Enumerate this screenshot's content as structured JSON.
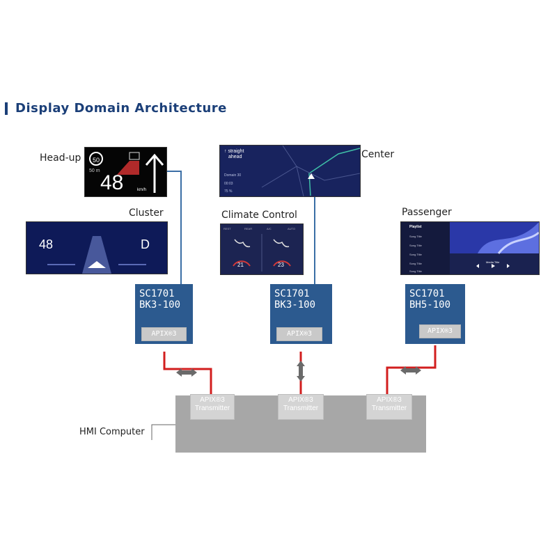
{
  "title": "Display Domain Architecture",
  "labels": {
    "headup": "Head-up",
    "cluster": "Cluster",
    "center": "Center",
    "climate": "Climate Control",
    "passenger": "Passenger",
    "hmi": "HMI Computer"
  },
  "headup_screen": {
    "speed_limit": "50",
    "speed": "48",
    "unit": "km/h",
    "distance": "50 m"
  },
  "cluster_screen": {
    "speed": "48",
    "gear": "D"
  },
  "center_screen": {
    "instruction_line1": "↑ straight",
    "instruction_line2": "ahead",
    "destination": "Domain 30",
    "time": "00:03",
    "percent": "75 %"
  },
  "climate_screen": {
    "left_temp": "21",
    "right_temp": "23",
    "tabs": [
      "REST",
      "REAR",
      "A/C",
      "AUTO"
    ]
  },
  "passenger_screen": {
    "playlist_title": "Playlist",
    "songs": [
      "Song Title",
      "Song Title",
      "Song Title",
      "Song Title",
      "Song Title"
    ],
    "now_playing": "Media Title"
  },
  "controllers": [
    {
      "line1": "SC1701",
      "line2": "BK3-100",
      "apix": "APIX®3"
    },
    {
      "line1": "SC1701",
      "line2": "BK3-100",
      "apix": "APIX®3"
    },
    {
      "line1": "SC1701",
      "line2": "BH5-100",
      "apix": "APIX®3"
    }
  ],
  "transmitters": [
    {
      "line1": "APIX®3",
      "line2": "Transmitter"
    },
    {
      "line1": "APIX®3",
      "line2": "Transmitter"
    },
    {
      "line1": "APIX®3",
      "line2": "Transmitter"
    }
  ],
  "colors": {
    "title": "#1b3f78",
    "controller": "#2c5a8f",
    "connector_blue": "#3a6ea5",
    "connector_red": "#d21e1e",
    "arrow": "#6a6a6a",
    "hmi_box": "#a7a7a7"
  }
}
